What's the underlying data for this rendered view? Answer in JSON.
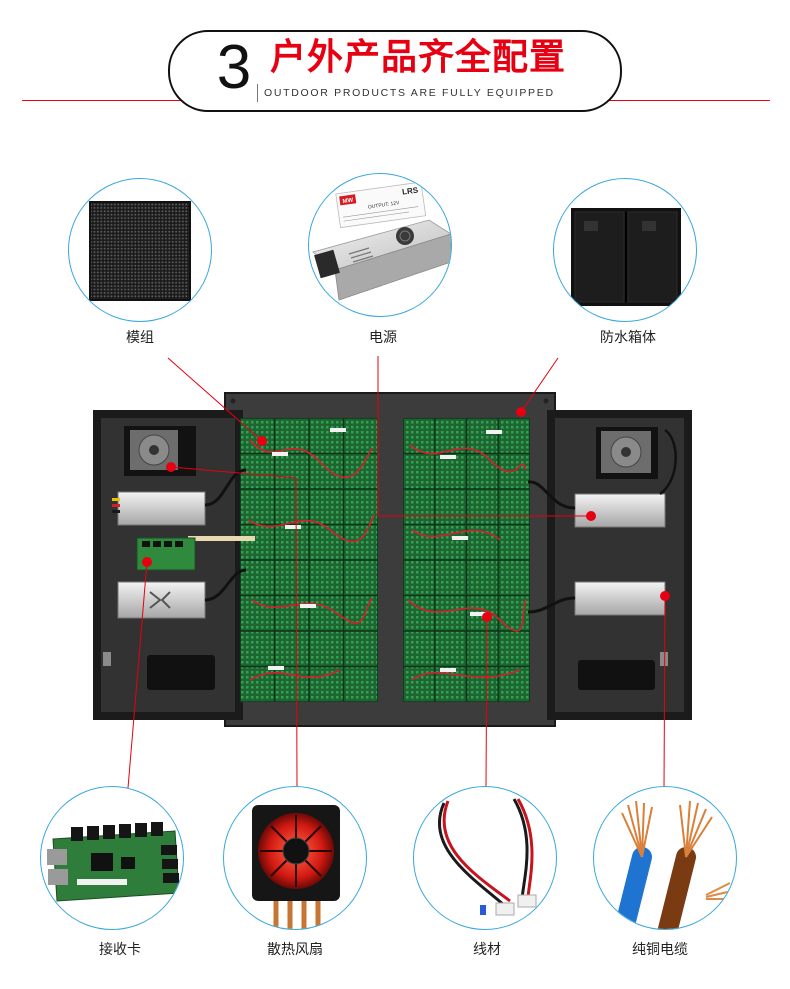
{
  "header": {
    "number": "3",
    "title": "户外产品齐全配置",
    "subtitle": "OUTDOOR PRODUCTS ARE FULLY EQUIPPED"
  },
  "components": {
    "module": {
      "label": "模组"
    },
    "power_supply": {
      "label": "电源",
      "brand": "MW",
      "model": "LRS",
      "output": "OUTPUT: 12V"
    },
    "cabinet": {
      "label": "防水箱体"
    },
    "receiving_card": {
      "label": "接收卡"
    },
    "cooling_fan": {
      "label": "散热风扇"
    },
    "wires": {
      "label": "线材"
    },
    "copper_cable": {
      "label": "纯铜电缆"
    }
  },
  "colors": {
    "accent": "#e60012",
    "circle_border": "#3aa8dc",
    "text": "#222222"
  }
}
